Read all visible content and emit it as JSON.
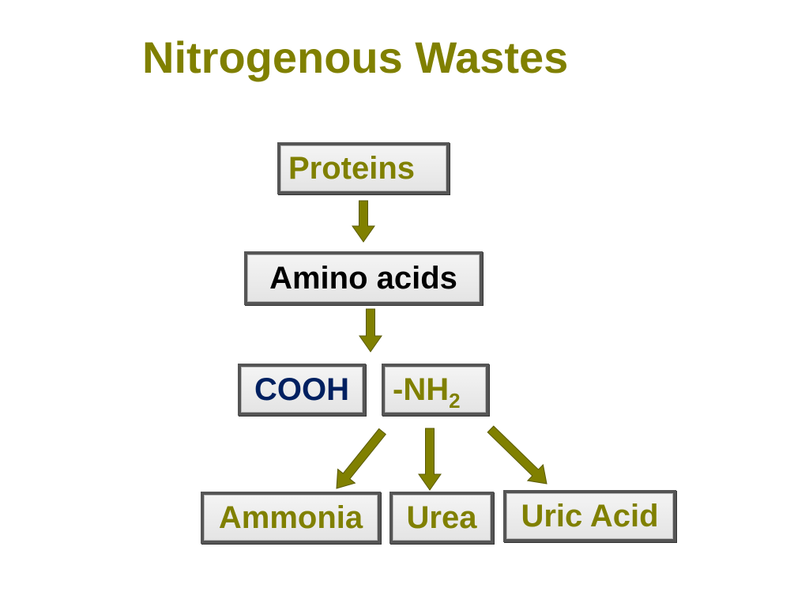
{
  "title": "Nitrogenous Wastes",
  "colors": {
    "title": "#808000",
    "arrow": "#808000",
    "olive_text": "#808000",
    "amino_text": "#000000",
    "cooh_text": "#002060",
    "box_border": "#555555"
  },
  "nodes": {
    "proteins": "Proteins",
    "amino_acids": "Amino acids",
    "cooh": "COOH",
    "nh2_main": "-NH",
    "nh2_sub": "2",
    "ammonia": "Ammonia",
    "urea": "Urea",
    "uric_acid": "Uric Acid"
  }
}
